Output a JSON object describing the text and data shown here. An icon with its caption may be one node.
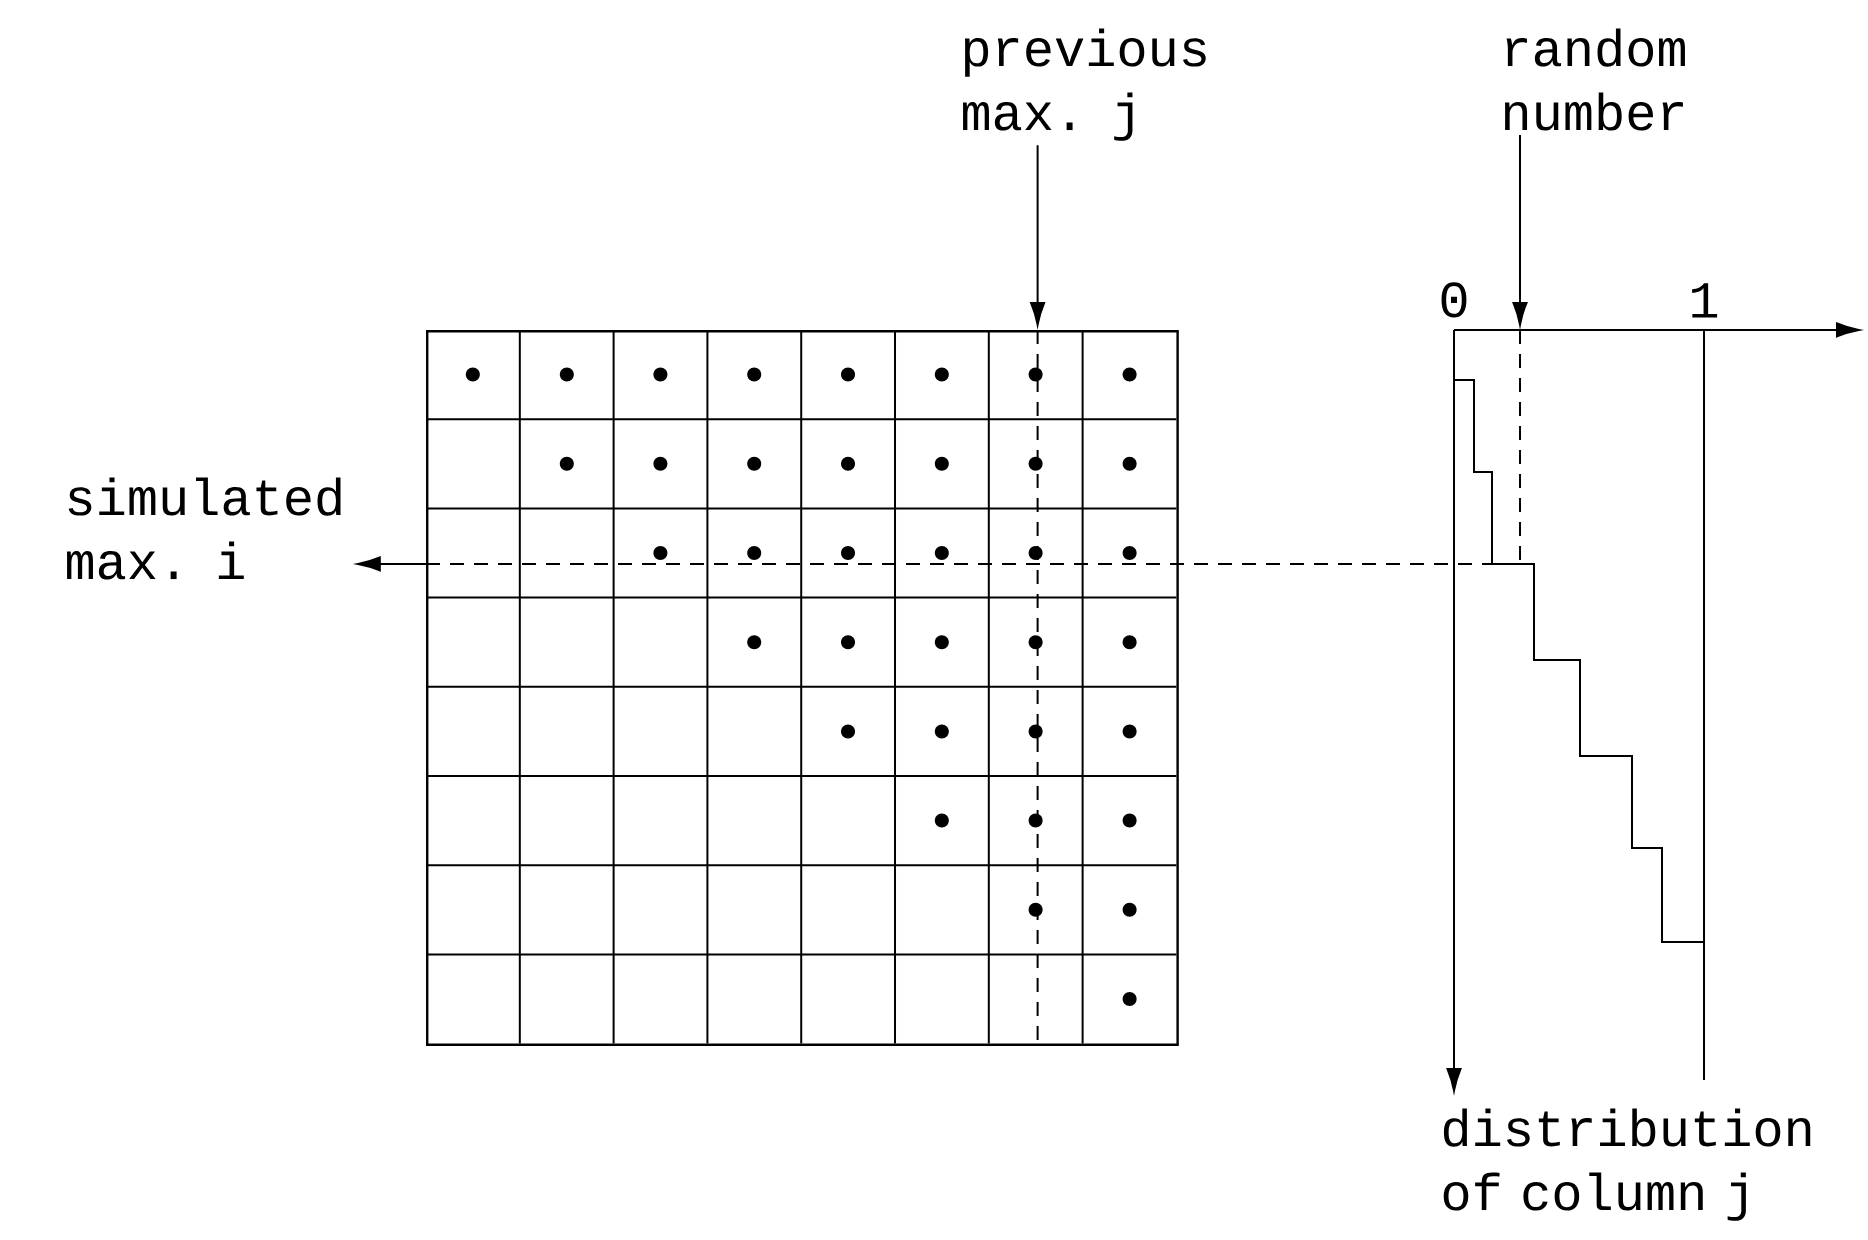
{
  "diagram": {
    "nodes": [
      {
        "text": [
          "previous max. j"
        ]
      },
      {
        "text": [],
        "shape": "box"
      },
      {
        "text": [
          "random number"
        ]
      },
      {
        "text": [
          "simulated max. i"
        ]
      }
    ],
    "edges": [
      {
        "from": 0,
        "to": 1,
        "arrow": "to"
      },
      {
        "from": 2,
        "to": null,
        "arrow": "to"
      },
      {
        "from": 1,
        "to": 3,
        "arrow": "to"
      }
    ],
    "labels": [
      "0",
      "1",
      "distribution of column j"
    ]
  }
}
